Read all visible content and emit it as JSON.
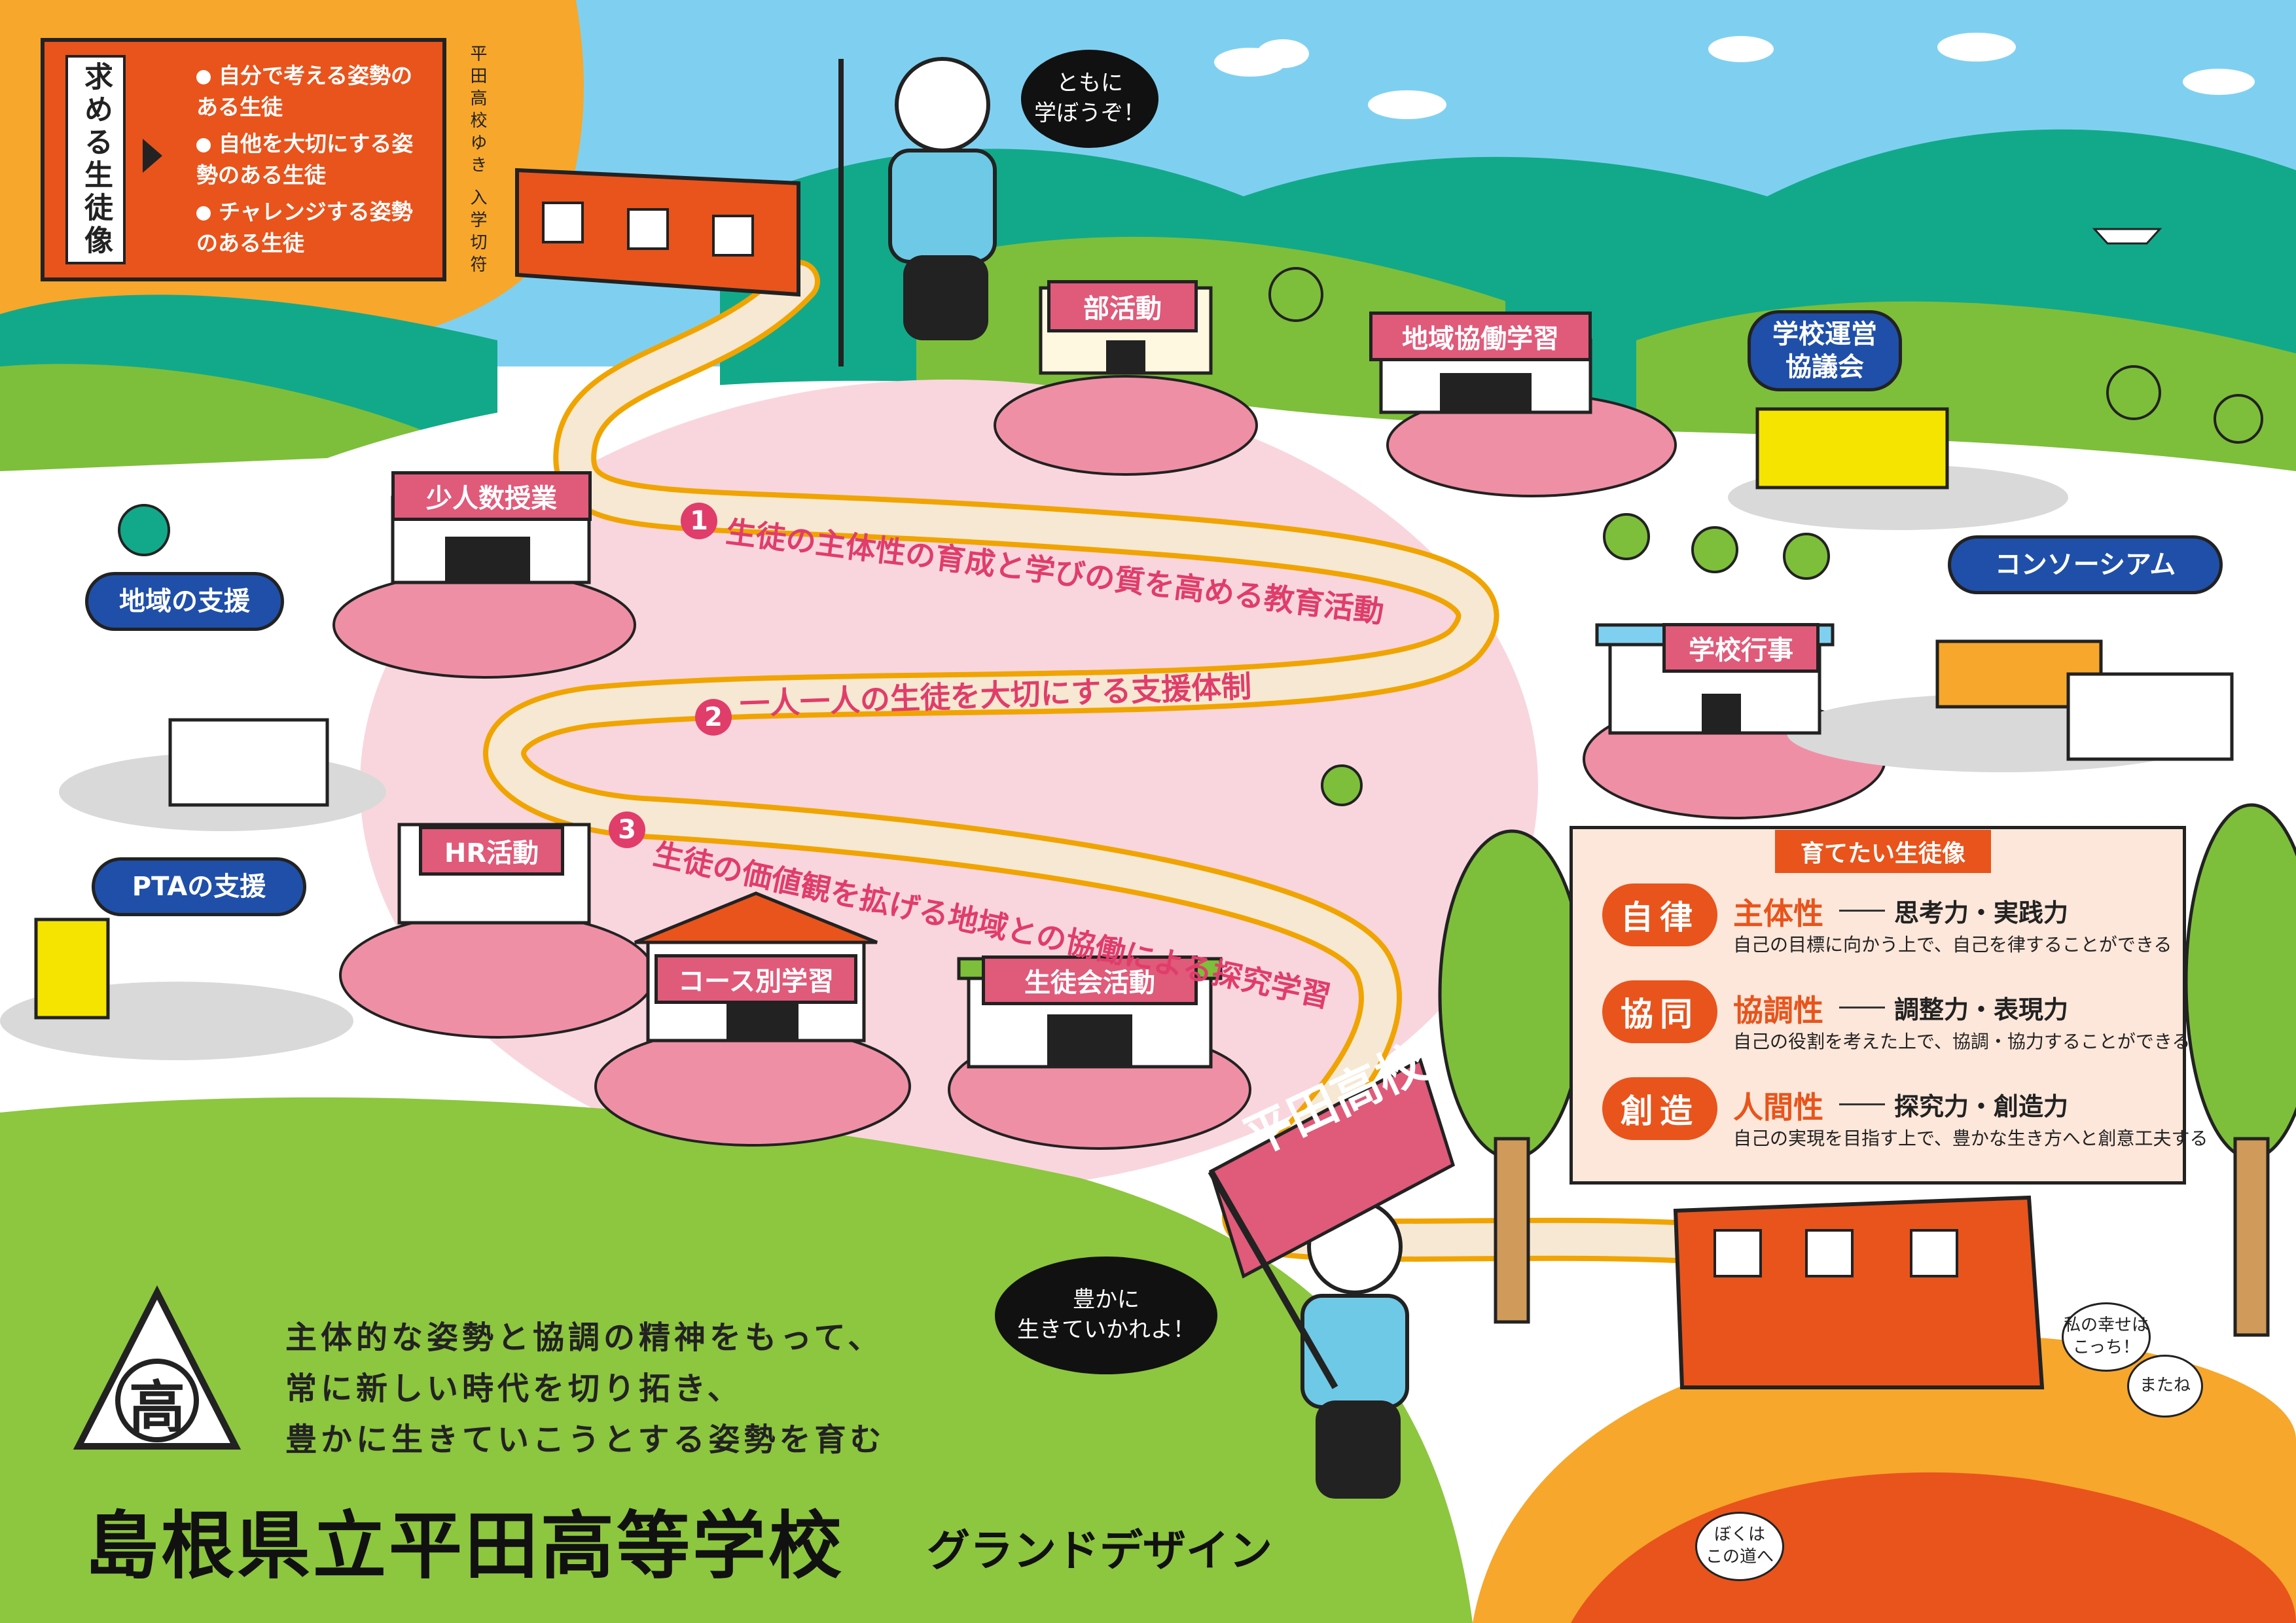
{
  "requirements": {
    "title": "求める生徒像",
    "items": [
      "自分で考える姿勢のある生徒",
      "自他を大切にする姿勢のある生徒",
      "チャレンジする姿勢のある生徒"
    ],
    "ticket": "平田高校ゆき 入学切符"
  },
  "speech": {
    "top_line1": "ともに",
    "top_line2": "学ぼうぞ！",
    "bottom_line1": "豊かに",
    "bottom_line2": "生きていかれよ！",
    "girl_line1": "私の幸せは",
    "girl_line2": "こっち！",
    "boy1_line1": "ぼくは",
    "boy1_line2": "この道へ",
    "boy2": "またね"
  },
  "activities": {
    "club": "部活動",
    "regional_learning": "地域協働学習",
    "school_council_line1": "学校運営",
    "school_council_line2": "協議会",
    "small_class": "少人数授業",
    "regional_support": "地域の支援",
    "consortium": "コンソーシアム",
    "school_events": "学校行事",
    "hr": "HR活動",
    "pta": "PTAの支援",
    "course": "コース別学習",
    "student_council": "生徒会活動"
  },
  "path": {
    "item1_num": "1",
    "item1": "生徒の主体性の育成と学びの質を高める教育活動",
    "item2_num": "2",
    "item2": "一人一人の生徒を大切にする支援体制",
    "item3_num": "3",
    "item3": "生徒の価値観を拡げる地域との協働による探究学習"
  },
  "ideal": {
    "title": "育てたい生徒像",
    "traits": [
      {
        "tag": "自律",
        "name": "主体性",
        "skills": "思考力・実践力",
        "desc": "自己の目標に向かう上で、自己を律することができる"
      },
      {
        "tag": "協同",
        "name": "協調性",
        "skills": "調整力・表現力",
        "desc": "自己の役割を考えた上で、協調・協力することができる"
      },
      {
        "tag": "創造",
        "name": "人間性",
        "skills": "探究力・創造力",
        "desc": "自己の実現を目指す上で、豊かな生き方へと創意工夫する"
      }
    ]
  },
  "flag": "平田高校",
  "emblem_char": "高",
  "motto": {
    "line1": "主体的な姿勢と協調の精神をもって、",
    "line2": "常に新しい時代を切り拓き、",
    "line3": "豊かに生きていこうとする姿勢を育む"
  },
  "school_name": "島根県立平田高等学校",
  "subtitle": "グランドデザイン",
  "colors": {
    "accent": "#e8541c",
    "pink": "#e03d6a",
    "blue": "#1f4fa8",
    "green": "#7dbf3a",
    "teal": "#12a98a",
    "sky": "#7fd0f0",
    "sign": "#e05a7a"
  }
}
